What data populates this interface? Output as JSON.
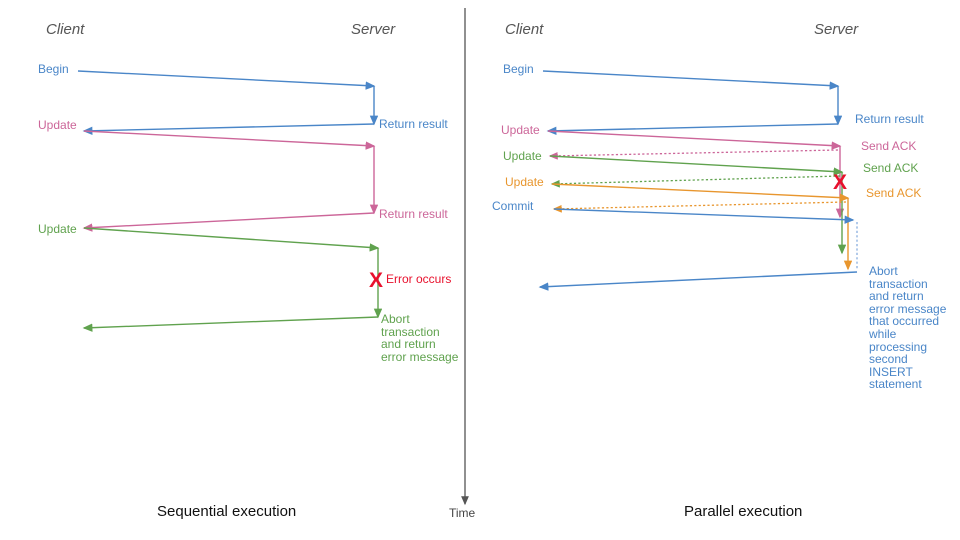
{
  "diagram": {
    "title_left": "Sequential execution",
    "title_right": "Parallel execution",
    "time_axis_label": "Time",
    "colors": {
      "blue": "#4a86c8",
      "pink": "#cc6699",
      "green": "#60a24e",
      "orange": "#e8962e",
      "red": "#e8112d",
      "header_gray": "#555555",
      "divider": "#555555"
    }
  },
  "left": {
    "header_client": "Client",
    "header_server": "Server",
    "caption": "Sequential execution",
    "messages": [
      {
        "label": "Begin",
        "color": "blue",
        "side": "client"
      },
      {
        "label": "Return result",
        "color": "blue",
        "side": "server"
      },
      {
        "label": "Update",
        "color": "pink",
        "side": "client"
      },
      {
        "label": "Return result",
        "color": "pink",
        "side": "server"
      },
      {
        "label": "Update",
        "color": "green",
        "side": "client"
      },
      {
        "label": "Error occurs",
        "color": "red",
        "side": "server"
      },
      {
        "label": "Abort\ntransaction\nand return\nerror message",
        "color": "green",
        "side": "server"
      }
    ],
    "error_marker": "X"
  },
  "right": {
    "header_client": "Client",
    "header_server": "Server",
    "caption": "Parallel execution",
    "messages": [
      {
        "label": "Begin",
        "color": "blue",
        "side": "client"
      },
      {
        "label": "Return result",
        "color": "blue",
        "side": "server"
      },
      {
        "label": "Update",
        "color": "pink",
        "side": "client"
      },
      {
        "label": "Send ACK",
        "color": "pink",
        "side": "server"
      },
      {
        "label": "Update",
        "color": "green",
        "side": "client"
      },
      {
        "label": "Send ACK",
        "color": "green",
        "side": "server"
      },
      {
        "label": "Update",
        "color": "orange",
        "side": "client"
      },
      {
        "label": "Send ACK",
        "color": "orange",
        "side": "server"
      },
      {
        "label": "Commit",
        "color": "blue",
        "side": "client"
      },
      {
        "label": "Abort\ntransaction\nand return\nerror message\nthat occurred\nwhile\nprocessing\nsecond\nINSERT\nstatement",
        "color": "blue",
        "side": "server"
      }
    ],
    "error_marker": "X"
  }
}
